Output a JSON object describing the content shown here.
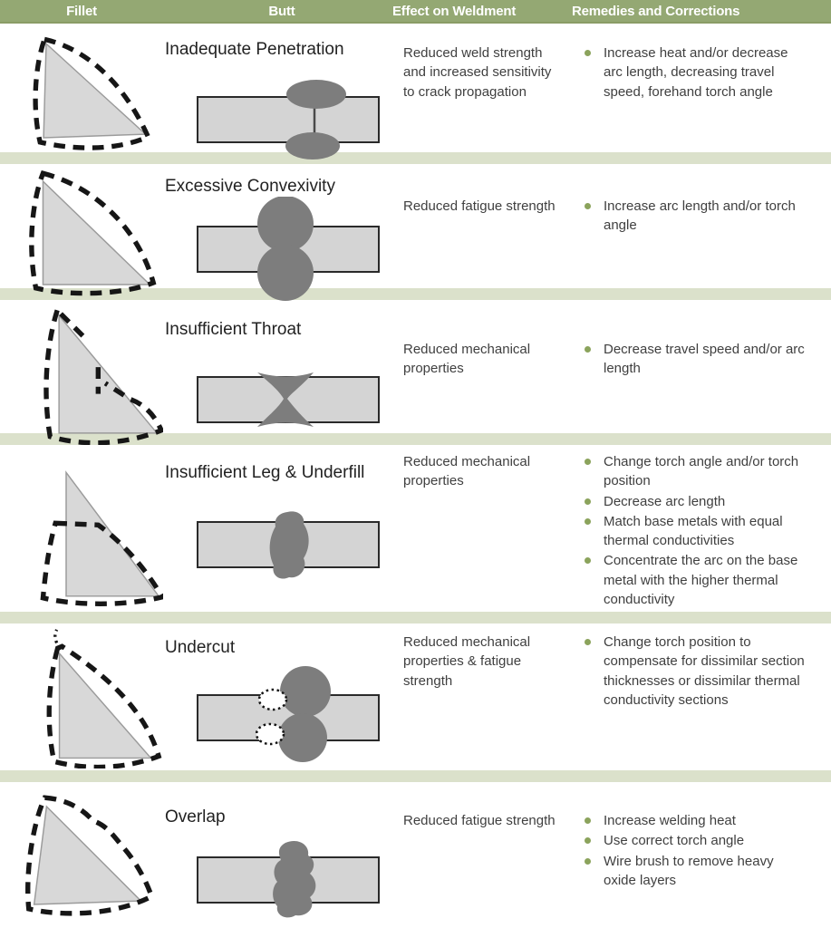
{
  "header": {
    "columns": [
      {
        "label": "Fillet"
      },
      {
        "label": "Butt"
      },
      {
        "label": "Effect on Weldment"
      },
      {
        "label": "Remedies and Corrections"
      }
    ]
  },
  "rows": [
    {
      "defect": "Inadequate Penetration",
      "fillet_diagram": "fillet-inadequate-penetration",
      "butt_diagram": "butt-inadequate-penetration",
      "effect": "Reduced weld strength and increased sensitivity to crack propagation",
      "remedies": [
        "Increase heat and/or decrease arc length, decreasing travel speed, forehand torch angle"
      ]
    },
    {
      "defect": "Excessive Convexivity",
      "fillet_diagram": "fillet-excessive-convexivity",
      "butt_diagram": "butt-excessive-convexivity",
      "effect": "Reduced fatigue strength",
      "remedies": [
        "Increase arc length and/or torch angle"
      ]
    },
    {
      "defect": "Insufficient Throat",
      "fillet_diagram": "fillet-insufficient-throat",
      "butt_diagram": "butt-insufficient-throat",
      "effect": "Reduced mechanical properties",
      "remedies": [
        "Decrease travel speed and/or arc length"
      ]
    },
    {
      "defect": "Insufficient Leg & Underfill",
      "fillet_diagram": "fillet-insufficient-leg-underfill",
      "butt_diagram": "butt-insufficient-leg-underfill",
      "effect": "Reduced mechanical properties",
      "remedies": [
        "Change torch angle and/or torch position",
        "Decrease arc length",
        "Match base metals with equal thermal conductivities",
        "Concentrate the arc on the base metal with the higher thermal conductivity"
      ]
    },
    {
      "defect": "Undercut",
      "fillet_diagram": "fillet-undercut",
      "butt_diagram": "butt-undercut",
      "effect": "Reduced mechanical properties & fatigue strength",
      "remedies": [
        "Change torch position to compensate for dissimilar section thicknesses or dissimilar thermal conductivity sections"
      ]
    },
    {
      "defect": "Overlap",
      "fillet_diagram": "fillet-overlap",
      "butt_diagram": "butt-overlap",
      "effect": "Reduced fatigue strength",
      "remedies": [
        "Increase welding heat",
        "Use correct torch angle",
        "Wire brush to remove heavy oxide layers"
      ]
    }
  ],
  "colors": {
    "header_bg": "#94a873",
    "header_border": "#8a9c66",
    "separator": "#dbe1cb",
    "bullet": "#8ba35c",
    "plate_fill": "#d4d4d4",
    "plate_stroke": "#2a2a2a",
    "weld_fill": "#7d7d7d",
    "triangle_fill": "#d8d8d8",
    "triangle_stroke": "#9b9b9b",
    "dash_stroke": "#161616",
    "body_text": "#3f3f3f",
    "title_text": "#222222"
  }
}
